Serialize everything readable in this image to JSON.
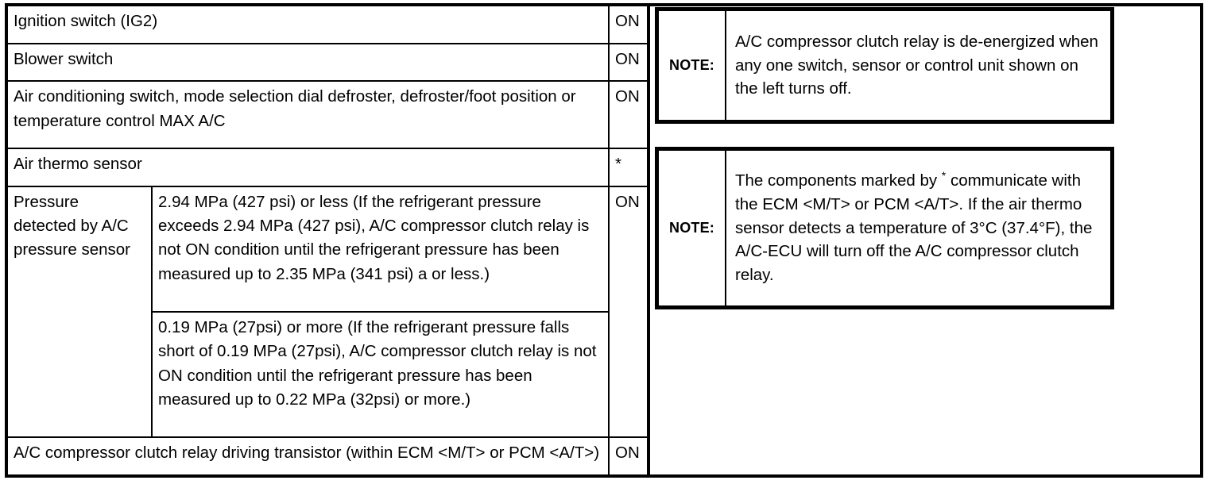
{
  "table": {
    "columns": [
      "component",
      "detail",
      "state"
    ],
    "rows": [
      {
        "label": "Ignition switch (IG2)",
        "detail": null,
        "state": "ON"
      },
      {
        "label": "Blower switch",
        "detail": null,
        "state": "ON"
      },
      {
        "label": "Air conditioning switch, mode selection dial defroster, defroster/foot position or temperature control MAX A/C",
        "detail": null,
        "state": "ON"
      },
      {
        "label": "Air thermo sensor",
        "detail": null,
        "state": "*"
      },
      {
        "label": "Pressure detected by A/C pressure sensor",
        "detail": "2.94 MPa (427 psi) or less (If the refrigerant pressure exceeds 2.94 MPa (427 psi), A/C compressor clutch relay is not ON condition until the refrigerant pressure has been measured up to 2.35 MPa (341 psi) a or less.)",
        "state": "ON"
      },
      {
        "label": "",
        "detail": "0.19 MPa (27psi) or more (If the refrigerant pressure falls short of 0.19 MPa (27psi), A/C compressor clutch relay is not ON condition until the refrigerant pressure has been measured up to 0.22 MPa (32psi) or more.)",
        "state": ""
      },
      {
        "label": "A/C compressor clutch relay driving transistor (within ECM <M/T> or PCM <A/T>)",
        "detail": null,
        "state": "ON"
      }
    ]
  },
  "notes": [
    {
      "label": "NOTE:",
      "text": "A/C compressor clutch relay is de-energized when any one switch, sensor or control unit shown on the left turns off."
    },
    {
      "label": "NOTE:",
      "text_before_asterisk": "The components marked by ",
      "asterisk": "*",
      "text_after_asterisk": " communicate with the ECM <M/T> or PCM <A/T>. If the air thermo sensor detects a temperature of 3°C (37.4°F), the A/C-ECU will turn off the A/C compressor clutch relay."
    }
  ],
  "colors": {
    "border": "#000000",
    "background": "#ffffff",
    "text": "#000000"
  }
}
